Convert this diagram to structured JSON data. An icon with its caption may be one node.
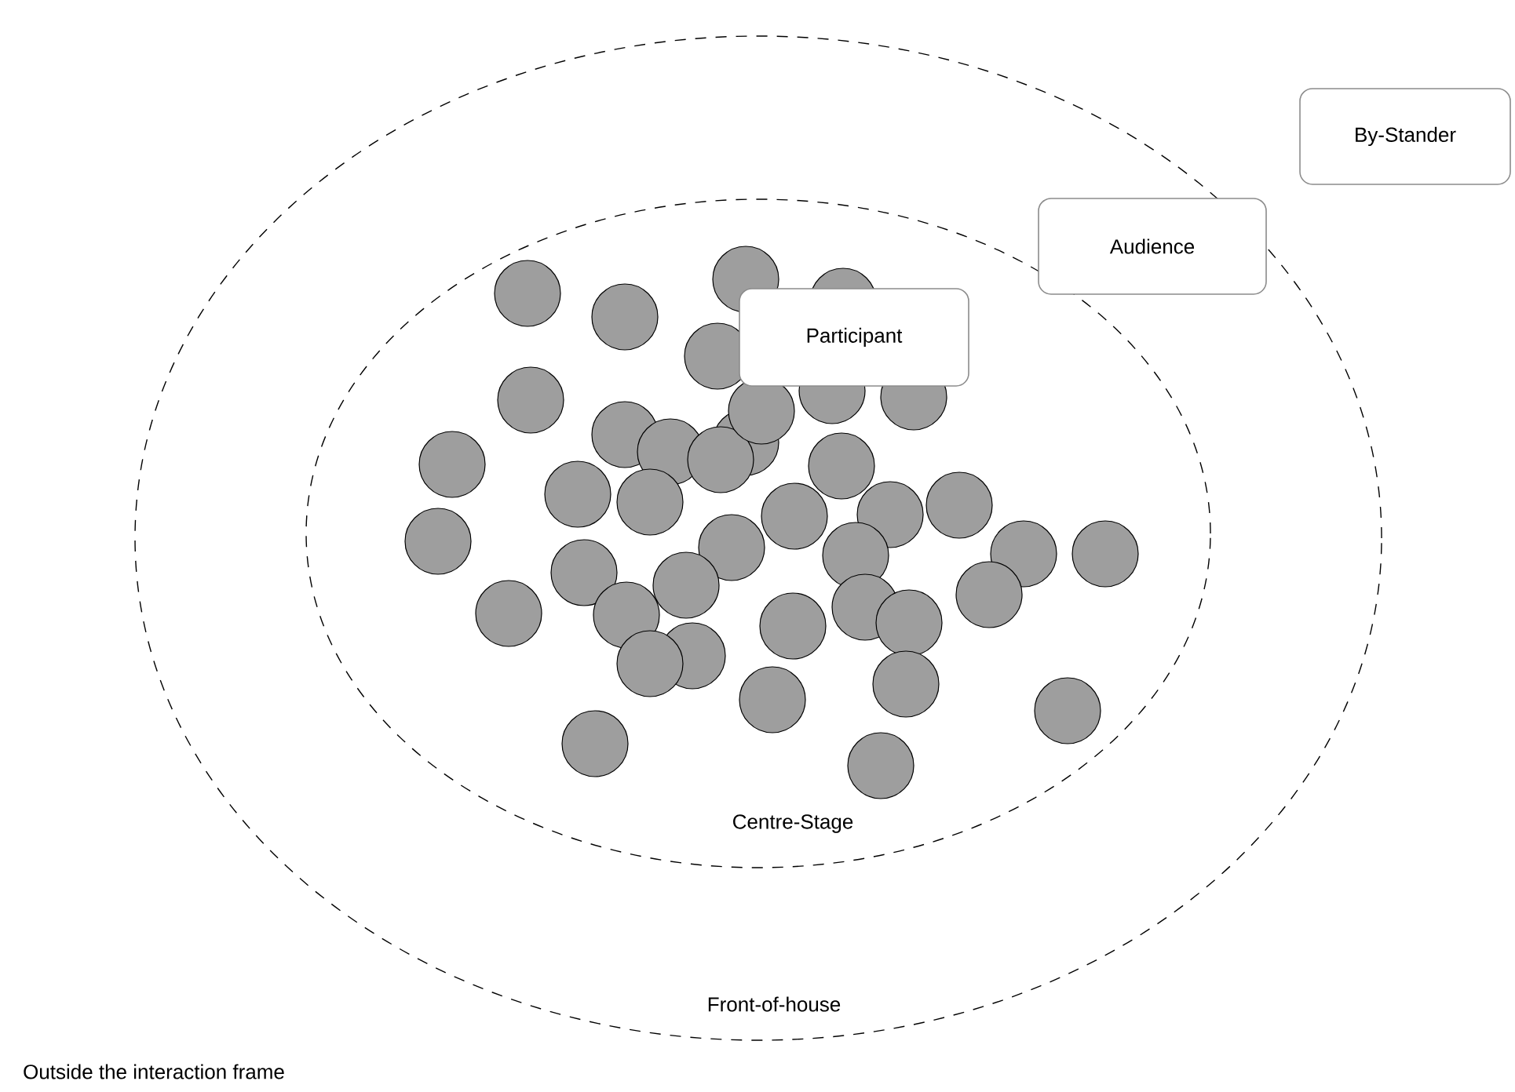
{
  "diagram": {
    "nodes": [
      {
        "text": [
          "Front-of-house"
        ]
      },
      {
        "text": [
          "Centre-Stage"
        ],
        "in": 0
      },
      {
        "text": [
          "By-Stander"
        ]
      },
      {
        "text": [
          "Audience"
        ],
        "in": 0
      },
      {
        "text": [
          "Participant"
        ],
        "in": 1
      }
    ],
    "labels": [
      "Outside the interaction frame"
    ]
  }
}
